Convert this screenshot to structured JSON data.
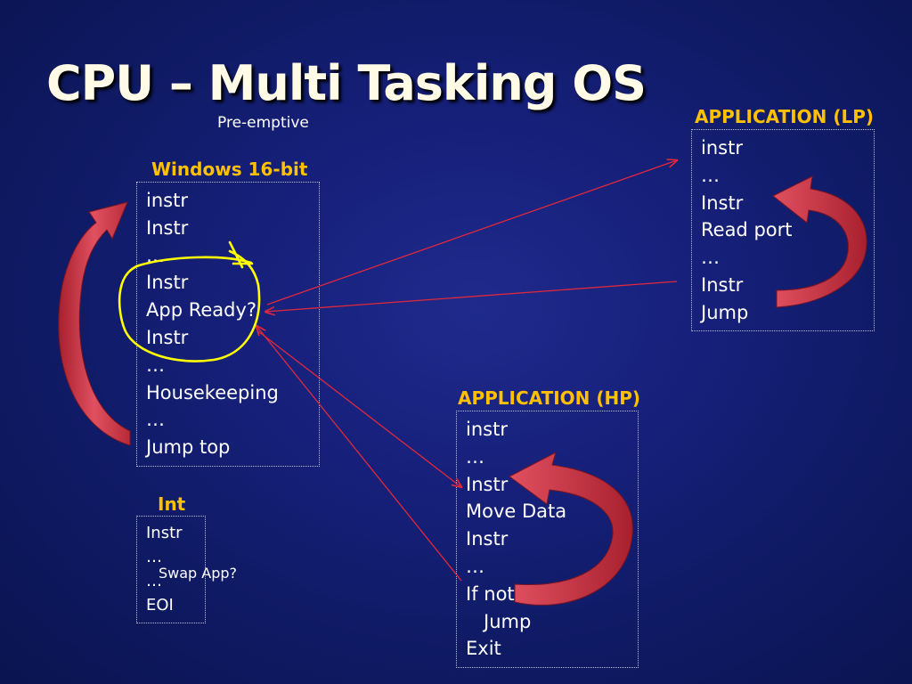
{
  "title": "CPU – Multi Tasking OS",
  "subtitle": "Pre-emptive",
  "windows": {
    "heading": "Windows 16-bit",
    "lines": [
      "instr",
      "Instr",
      "…",
      "Instr",
      "App Ready?",
      "Instr",
      "…",
      "Housekeeping",
      "…",
      "Jump top"
    ]
  },
  "interrupt": {
    "heading": "Int",
    "lines": [
      "Instr",
      "…",
      "…",
      "EOI"
    ],
    "note": "Swap App?"
  },
  "app_lp": {
    "heading": "APPLICATION (LP)",
    "lines": [
      "instr",
      "…",
      "Instr",
      "Read port",
      "…",
      "Instr",
      "Jump"
    ]
  },
  "app_hp": {
    "heading": "APPLICATION (HP)",
    "lines": [
      "instr",
      "…",
      "Instr",
      "Move Data",
      "Instr",
      "…",
      "If not done",
      "   Jump",
      "Exit"
    ]
  },
  "colors": {
    "heading": "#ffc000",
    "arrow_line": "#e0283c",
    "curved_arrow": "#d9404c",
    "highlight": "#ffff00"
  }
}
